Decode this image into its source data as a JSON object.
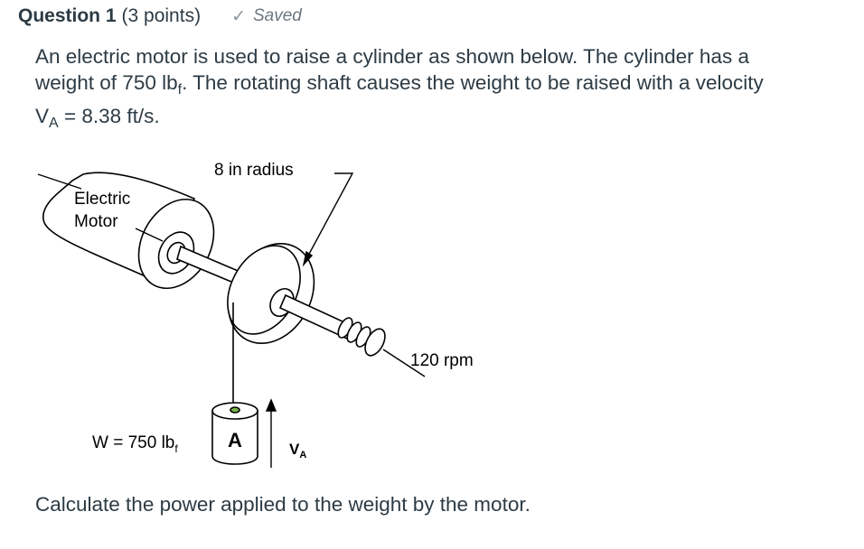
{
  "question": {
    "title": "Question 1",
    "points": "(3 points)",
    "status": "Saved",
    "status_icon": "check-icon"
  },
  "prompt": {
    "line1": "An electric motor is used to raise a cylinder as shown below. The cylinder has a",
    "line2_a": "weight of 750 lb",
    "line2_sub": "f",
    "line2_b": ". The rotating shaft causes the weight to be raised with a velocity",
    "line3_a": "V",
    "line3_sub": "A",
    "line3_b": " = 8.38 ft/s."
  },
  "figure": {
    "motor_label_1": "Electric",
    "motor_label_2": "Motor",
    "radius_label": "8 in radius",
    "rpm_label": "120 rpm",
    "weight_label_a": "W = 750 lb",
    "weight_label_sub": "f",
    "cylinder_label": "A",
    "velocity_label_a": "V",
    "velocity_label_sub": "A"
  },
  "footer": {
    "text": "Calculate the power applied to the weight by the motor."
  }
}
